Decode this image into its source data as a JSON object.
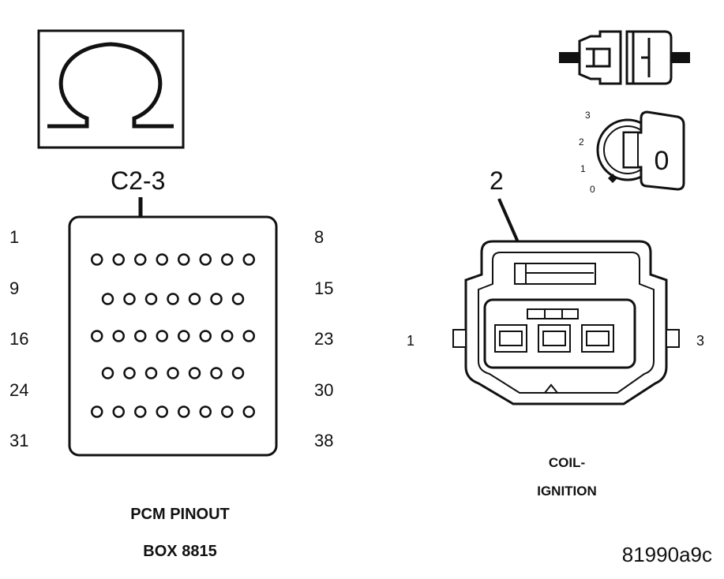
{
  "ohmmeter": {
    "symbol": "Ω"
  },
  "pcm": {
    "callout": "C2-3",
    "title": "PCM PINOUT",
    "subtitle": "BOX 8815",
    "row_labels_left": [
      "1",
      "9",
      "16",
      "24",
      "31"
    ],
    "row_labels_right": [
      "8",
      "15",
      "23",
      "30",
      "38"
    ],
    "pin_rows": [
      8,
      7,
      8,
      7,
      8
    ]
  },
  "coil": {
    "callout": "2",
    "left_label": "1",
    "right_label": "3",
    "title_line1": "COIL-",
    "title_line2": "IGNITION"
  },
  "ignition_key": {
    "positions": [
      "3",
      "2",
      "1",
      "0"
    ],
    "key_text": "0"
  },
  "figure_id": "81990a9c",
  "colors": {
    "ink": "#111111",
    "background": "#ffffff"
  }
}
